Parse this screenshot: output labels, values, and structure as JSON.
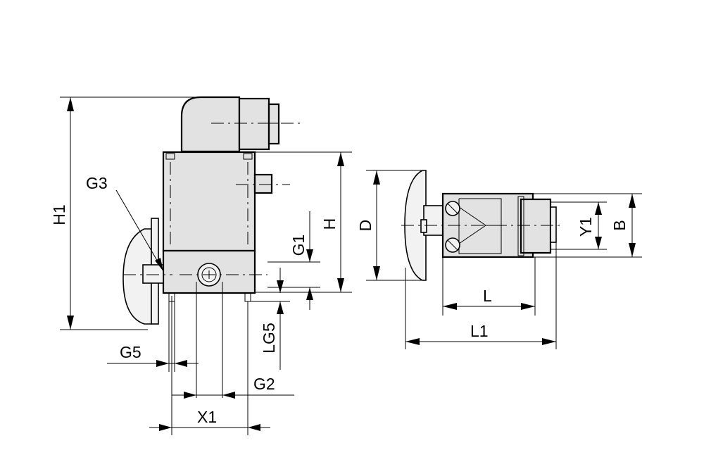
{
  "labels": {
    "H1": "H1",
    "G3": "G3",
    "G5": "G5",
    "X1": "X1",
    "G2": "G2",
    "LG5": "LG5",
    "G1": "G1",
    "H": "H",
    "D": "D",
    "L": "L",
    "L1": "L1",
    "Y1": "Y1",
    "B": "B"
  }
}
